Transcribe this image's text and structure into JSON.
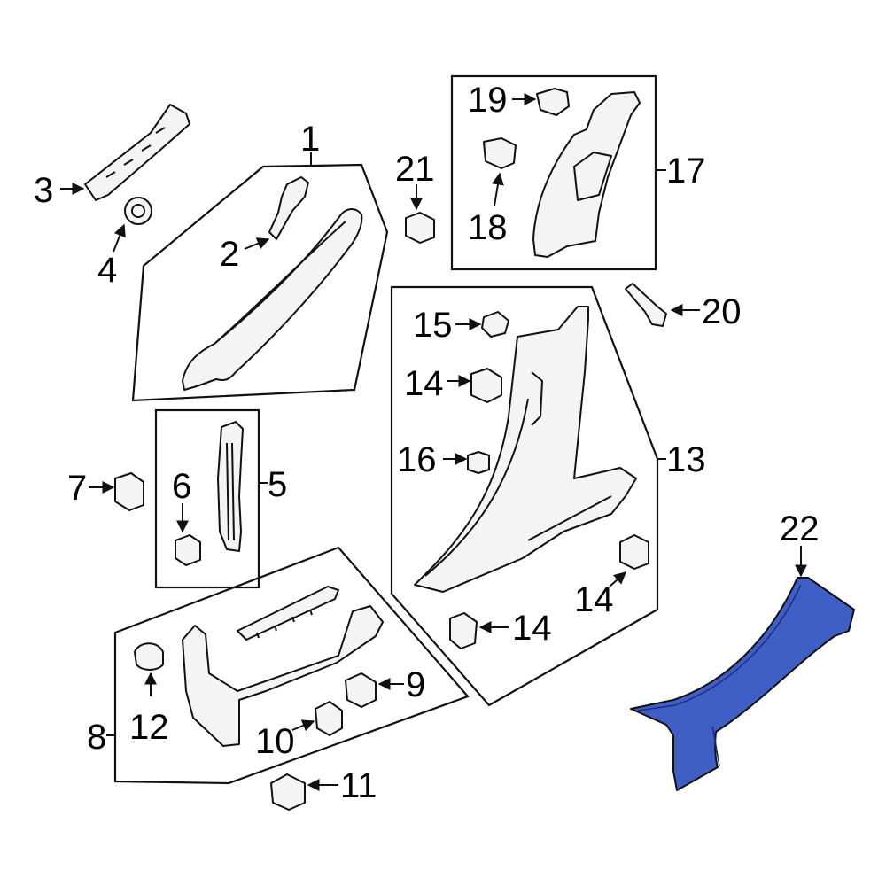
{
  "diagram": {
    "highlight_color": "#3f5ec6",
    "callouts": {
      "c1": "1",
      "c2": "2",
      "c3": "3",
      "c4": "4",
      "c5": "5",
      "c6": "6",
      "c7": "7",
      "c8": "8",
      "c9": "9",
      "c10": "10",
      "c11": "11",
      "c12": "12",
      "c13": "13",
      "c14a": "14",
      "c14b": "14",
      "c14c": "14",
      "c15": "15",
      "c16": "16",
      "c17": "17",
      "c18": "18",
      "c19": "19",
      "c20": "20",
      "c21": "21",
      "c22": "22"
    }
  }
}
